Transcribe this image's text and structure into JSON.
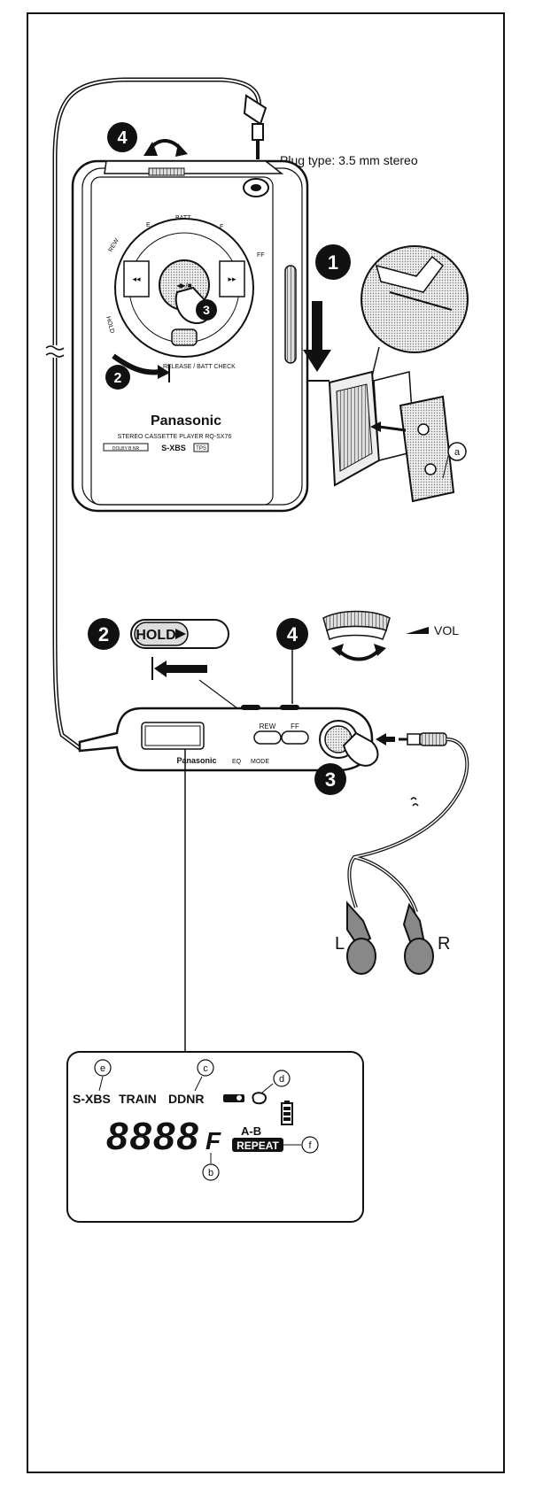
{
  "plug_label": "Plug type: 3.5 mm stereo",
  "steps": {
    "one": "1",
    "two": "2",
    "three": "3",
    "four": "4"
  },
  "player": {
    "brand": "Panasonic",
    "model": "STEREO CASSETTE PLAYER RQ-SX76",
    "logo_line": "S-XBS",
    "dolby": "DOLBY B NR",
    "tps": "TPS",
    "rew": "REW",
    "ff": "FF",
    "batt": "BATT",
    "e": "E",
    "f": "F",
    "hold": "HOLD",
    "release": "RELEASE / BATT CHECK"
  },
  "callout_a": "a",
  "remote": {
    "hold_label": "HOLD",
    "vol_label": "VOL",
    "rew": "REW",
    "ff": "FF",
    "brand": "Panasonic",
    "eq": "EQ",
    "mode": "MODE"
  },
  "earphones": {
    "left": "L",
    "right": "R"
  },
  "display": {
    "sxbs": "S-XBS",
    "train": "TRAIN",
    "dnr": "DDNR",
    "digits": "8888",
    "suffix": "F",
    "ab": "A-B",
    "repeat": "REPEAT",
    "callouts": {
      "b": "b",
      "c": "c",
      "d": "d",
      "e": "e",
      "f": "f"
    }
  }
}
